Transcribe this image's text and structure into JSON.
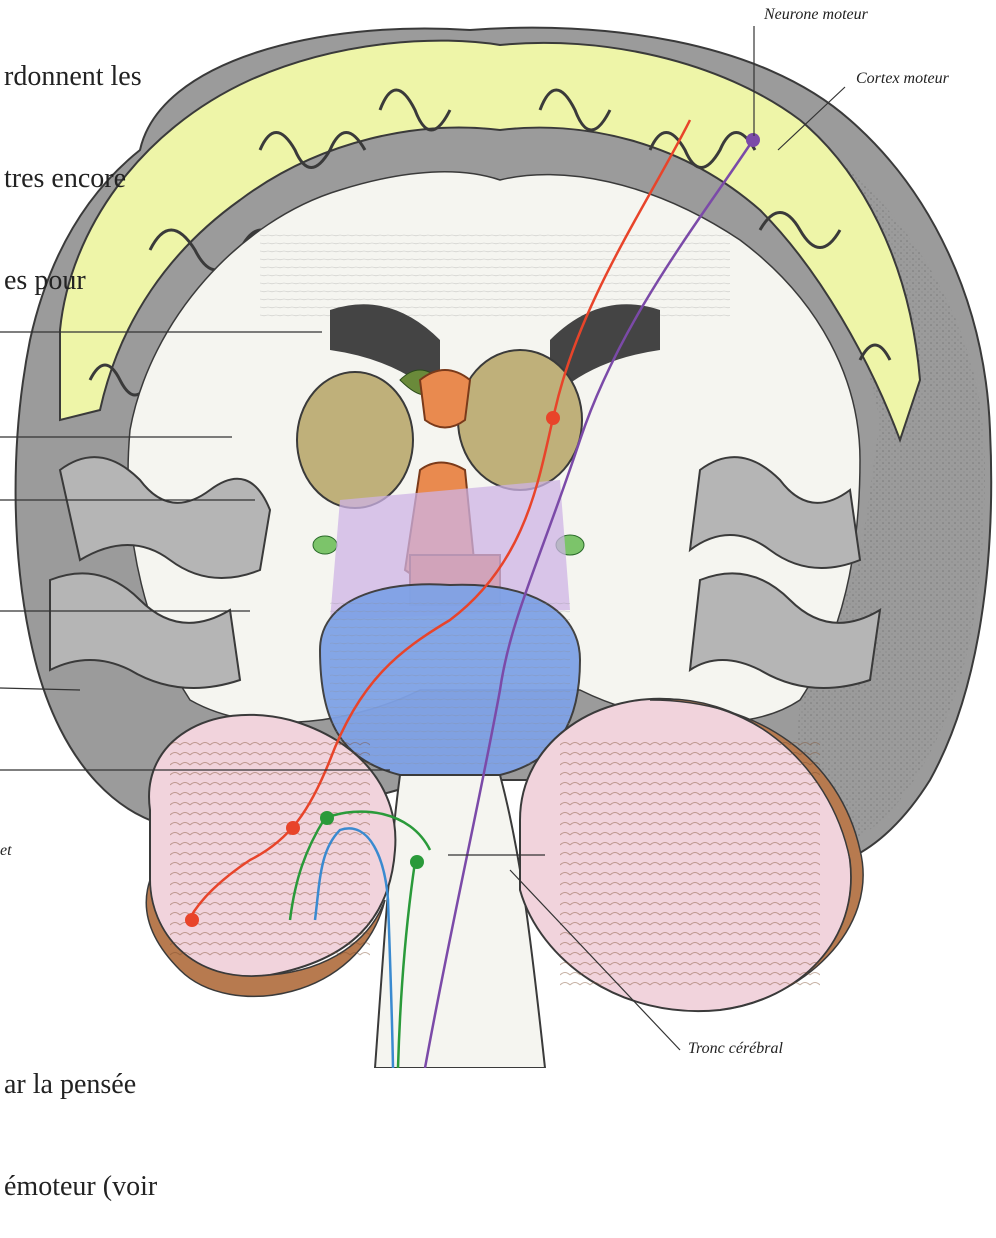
{
  "text_fragments": {
    "top_left": [
      "rdonnent les",
      "tres encore",
      "es pour"
    ],
    "bottom_left": [
      "ar la pensée",
      "émoteur (voir"
    ]
  },
  "labels": {
    "motor_neuron": "Neurone moteur",
    "motor_cortex": "Cortex moteur",
    "brainstem": "Tronc cérébral",
    "cut_label_fragment": "et"
  },
  "colors": {
    "cortex_gray": "#9b9b9b",
    "cortex_outer_dark": "#6f6f6f",
    "gray_matter_yellow": "#eef5a8",
    "white_matter": "#f5f5f0",
    "thalamus_olive": "#bfb07a",
    "midbrain_orange": "#e98a4f",
    "pons_blue": "#7fa2e6",
    "purple_zone": "#cdb3e6",
    "cerebellum_brown": "#b77a4f",
    "cerebellum_pink": "#f1d3dc",
    "pathway_red": "#e8442a",
    "pathway_purple": "#7b4aa8",
    "pathway_green": "#2a9a3a",
    "pathway_blue": "#3a8ad0",
    "leader_lines": "#333333"
  }
}
